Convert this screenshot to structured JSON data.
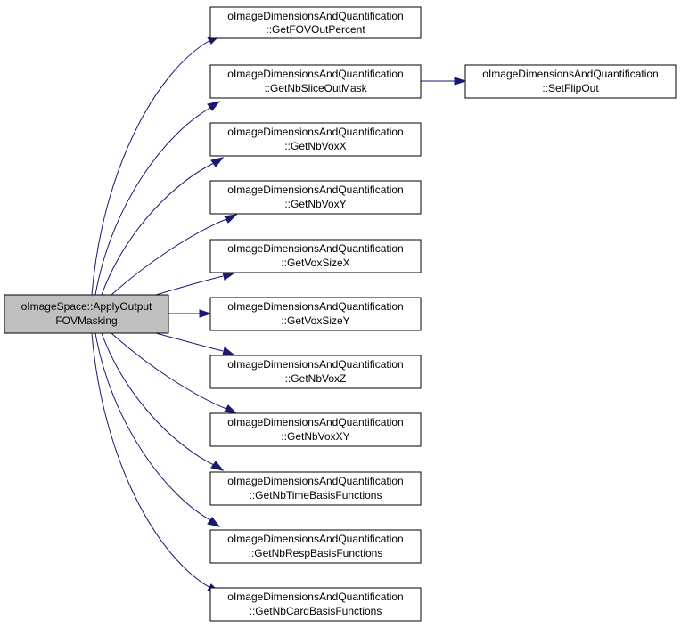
{
  "colors": {
    "root_fill": "#bfbfbf",
    "node_fill": "#ffffff",
    "edge": "#191970"
  },
  "root": {
    "line1": "oImageSpace::ApplyOutput",
    "line2": "FOVMasking"
  },
  "callees": [
    {
      "line1": "oImageDimensionsAndQuantification",
      "line2": "::GetFOVOutPercent"
    },
    {
      "line1": "oImageDimensionsAndQuantification",
      "line2": "::GetNbSliceOutMask"
    },
    {
      "line1": "oImageDimensionsAndQuantification",
      "line2": "::GetNbVoxX"
    },
    {
      "line1": "oImageDimensionsAndQuantification",
      "line2": "::GetNbVoxY"
    },
    {
      "line1": "oImageDimensionsAndQuantification",
      "line2": "::GetVoxSizeX"
    },
    {
      "line1": "oImageDimensionsAndQuantification",
      "line2": "::GetVoxSizeY"
    },
    {
      "line1": "oImageDimensionsAndQuantification",
      "line2": "::GetNbVoxZ"
    },
    {
      "line1": "oImageDimensionsAndQuantification",
      "line2": "::GetNbVoxXY"
    },
    {
      "line1": "oImageDimensionsAndQuantification",
      "line2": "::GetNbTimeBasisFunctions"
    },
    {
      "line1": "oImageDimensionsAndQuantification",
      "line2": "::GetNbRespBasisFunctions"
    },
    {
      "line1": "oImageDimensionsAndQuantification",
      "line2": "::GetNbCardBasisFunctions"
    }
  ],
  "secondary": {
    "line1": "oImageDimensionsAndQuantification",
    "line2": "::SetFlipOut"
  }
}
